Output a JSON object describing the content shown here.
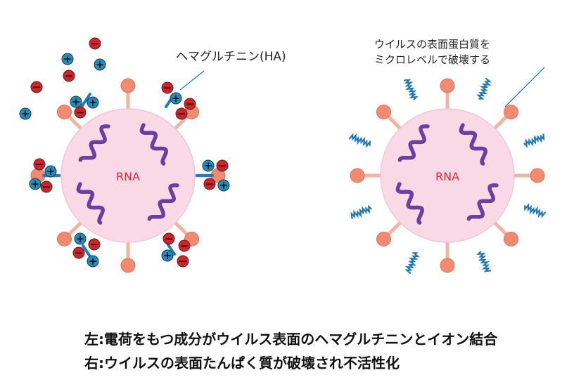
{
  "labels": {
    "hemagglutinin": "ヘマグルチニン(HA)",
    "right_line1": "ウイルスの表面蛋白質を",
    "right_line2": "ミクロレベルで破壊する",
    "rna_left": "RNA",
    "rna_right": "RNA"
  },
  "captions": {
    "left": "左:電荷をもつ成分がウイルス表面のヘマグルチニンとイオン結合",
    "right": "右:ウイルスの表面たんぱく質が破壊され不活性化"
  },
  "ions": {
    "positive_symbol": "+",
    "negative_symbol": "−"
  },
  "colors": {
    "virus_body": "#f9d9e6",
    "spike_ball": "#f08a70",
    "spike_stem": "#f5b39f",
    "rna": "#6b3fa0",
    "rna_text": "#e8253a",
    "positive_ion": "#1a8fc4",
    "negative_ion": "#d81f26",
    "bar": "#1f7dbf",
    "damaged_protein": "#1f78b8"
  }
}
